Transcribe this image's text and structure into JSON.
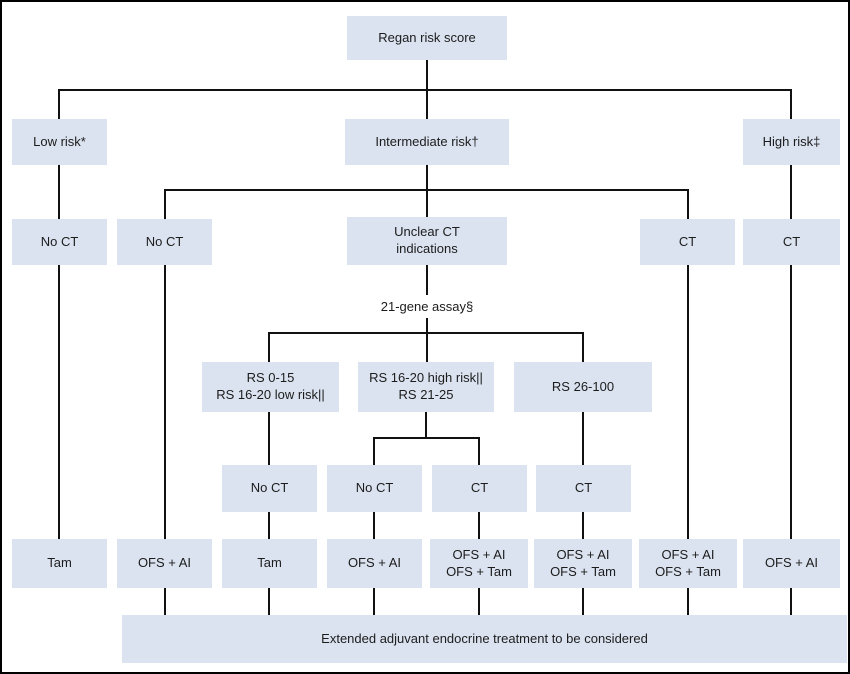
{
  "figure": {
    "root": "Regan risk score",
    "risk_levels": {
      "low": "Low risk*",
      "intermediate": "Intermediate risk†",
      "high": "High risk‡"
    },
    "chemo": {
      "no_ct": "No CT",
      "ct": "CT",
      "unclear": "Unclear CT\nindications"
    },
    "assay": "21-gene assay§",
    "rs": {
      "low": "RS 0-15\nRS 16-20 low risk||",
      "mid": "RS 16-20 high risk||\nRS 21-25",
      "high": "RS 26-100"
    },
    "treatments": {
      "tam": "Tam",
      "ofs_ai": "OFS + AI",
      "ofs_combo": "OFS + AI\nOFS + Tam"
    },
    "banner": "Extended adjuvant endocrine treatment to be considered",
    "colors": {
      "box_fill": "#dbe3f0",
      "line": "#000000",
      "text": "#1c1c1c",
      "background": "#ffffff"
    }
  }
}
